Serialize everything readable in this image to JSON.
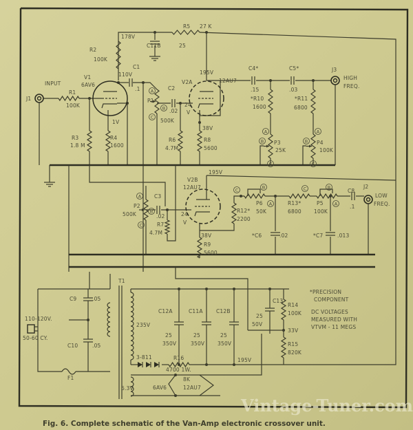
{
  "figure": {
    "caption": "Fig. 6. Complete schematic of the Van-Amp electronic crossover unit.",
    "watermark": "Vintage-Tuner.com"
  },
  "input_section": {
    "input_label": "INPUT",
    "j1": "J1",
    "r1": "R1",
    "r1_val": "100K",
    "v1": "V1",
    "v1_type": "6AV6",
    "r2": "R2",
    "r2_val": "100K",
    "v_178": "178V",
    "v_110": "110V",
    "c1": "C1",
    "c1_val": ".1",
    "v_1": "1V",
    "r3": "R3",
    "r3_val": "1.8 M",
    "r4": "R4",
    "r4_val": "1600",
    "r5": "R5",
    "r5_val": "27 K",
    "c11b": "C11B",
    "c11b_val": "25"
  },
  "high_section": {
    "p1": "P1",
    "p1_val": "500K",
    "c2": "C2",
    "c2_val": ".02",
    "v_24": "24",
    "v_24_unit": "V",
    "v2a": "V2A",
    "v2a_type": "12AU7",
    "v_195": "195V",
    "v_38": "38V",
    "r6": "R6",
    "r6_val": "4.7M",
    "r8": "R8",
    "r8_val": "5600",
    "c4": "C4*",
    "c4_val": ".15",
    "c5": "C5*",
    "c5_val": ".03",
    "r10": "*R10",
    "r10_val": "1600",
    "r11": "*R11",
    "r11_val": "6800",
    "p3": "P3",
    "p3_val": "25K",
    "p4": "P4",
    "p4_val": "100K",
    "j3": "J3",
    "out_label_1": "HIGH",
    "out_label_2": "FREQ."
  },
  "low_section": {
    "v2b": "V2B",
    "v2b_type": "12AU7",
    "v_195": "195V",
    "p2": "P2",
    "p2_val": "500K",
    "c3": "C3",
    "c3_val": ".02",
    "r7": "R7",
    "r7_val": "4.7M",
    "v_24": "24",
    "v_24_unit": "V",
    "v_38": "38V",
    "r9": "R9",
    "r9_val": "5600",
    "r12": "R12*",
    "r12_val": "2200",
    "p6": "P6",
    "p6_val": "50K",
    "r13": "R13*",
    "r13_val": "6800",
    "p5": "P5",
    "p5_val": "100K",
    "c6": "*C6",
    "c6_val": ".02",
    "c7": "*C7",
    "c7_val": ".013",
    "c8": "C8",
    "c8_val": ".1",
    "j2": "J2",
    "out_label_1": "LOW",
    "out_label_2": "FREQ."
  },
  "pot_terminals": {
    "a": "A",
    "b": "B",
    "c": "C"
  },
  "power_supply": {
    "mains_1": "110-120V.",
    "mains_2": "50-60 CY.",
    "f1": "F1",
    "t1": "T1",
    "c9": "C9",
    "c9_val": ".05",
    "c10": "C10",
    "c10_val": ".05",
    "v_235": "235V",
    "diodes": "3-811",
    "r16": "R16",
    "r16_val": "4700 1W.",
    "v_195": "195V",
    "c12a": "C12A",
    "c12a_val": "25",
    "c12a_v": "350V",
    "c11a": "C11A",
    "c11a_val": "25",
    "c11a_v": "350V",
    "c12b": "C12B",
    "c12b_val": "25",
    "c12b_v": "350V",
    "c13": "C13",
    "c13_val": "25",
    "c13_v": "50V",
    "r14": "R14",
    "r14_val": "100K",
    "v_33": "33V",
    "r15": "R15",
    "r15_val": "820K",
    "fil_v": "6.3V",
    "fil_6av6": "6AV6",
    "fil_8k": "8K",
    "fil_12au7": "12AU7"
  },
  "notes": {
    "precision_1": "*PRECISION",
    "precision_2": "COMPONENT",
    "dc_1": "DC VOLTAGES",
    "dc_2": "MEASURED WITH",
    "dc_3": "VTVM - 11 MEGS"
  }
}
